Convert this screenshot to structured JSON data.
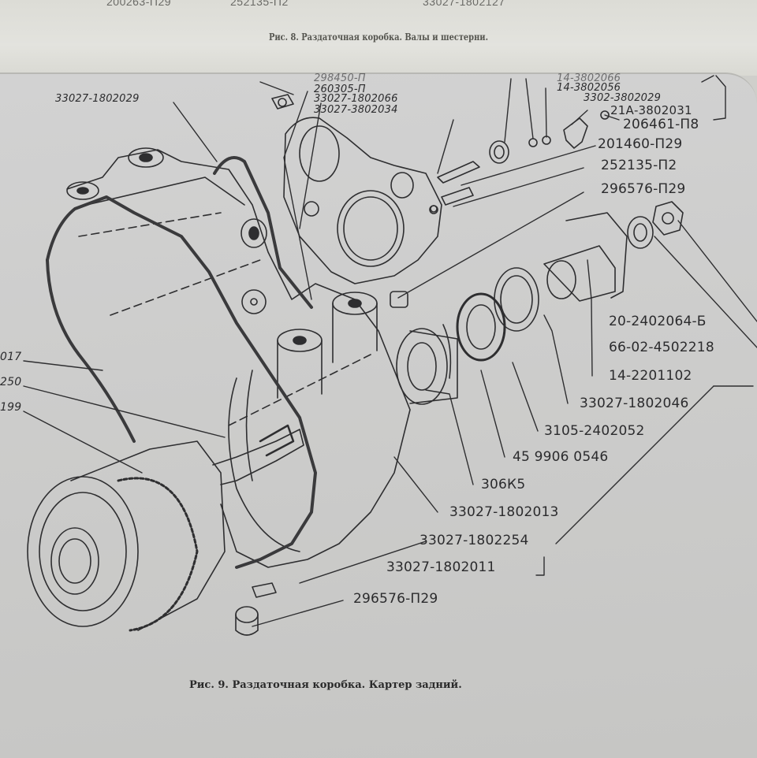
{
  "previous_page": {
    "cut_off_labels": [
      "200263-П29",
      "252135-П2",
      "33027-1802127"
    ],
    "caption": "Рис. 8. Раздаточная коробка. Валы и шестерни."
  },
  "figure": {
    "caption": "Рис. 9. Раздаточная коробка. Картер задний.",
    "labels": {
      "top_cut": "298450-П",
      "l_260305": "260305-П",
      "l_1802066": "33027-1802066",
      "l_3802034": "33027-3802034",
      "top_cut_right": "14-3802066",
      "l_14_3802056": "14-3802056",
      "l_3302_3802029": "3302-3802029",
      "l_21a_3802031": "21А-3802031",
      "l_206461": "206461-П8",
      "l_201460": "201460-П29",
      "l_252135": "252135-П2",
      "l_296576_top": "296576-П29",
      "l_1802029": "33027-1802029",
      "l_20_2402064": "20-2402064-Б",
      "l_66_02": "66-02-4502218",
      "l_14_2201102": "14-2201102",
      "l_1802046": "33027-1802046",
      "l_3105": "3105-2402052",
      "l_45_9906": "45 9906 0546",
      "l_306k5": "306К5",
      "l_1802013": "33027-1802013",
      "l_1802254": "33027-1802254",
      "l_1802011": "33027-1802011",
      "l_296576_bottom": "296576-П29",
      "l_left_017": "017",
      "l_left_250": "250",
      "l_left_199": "199"
    }
  }
}
